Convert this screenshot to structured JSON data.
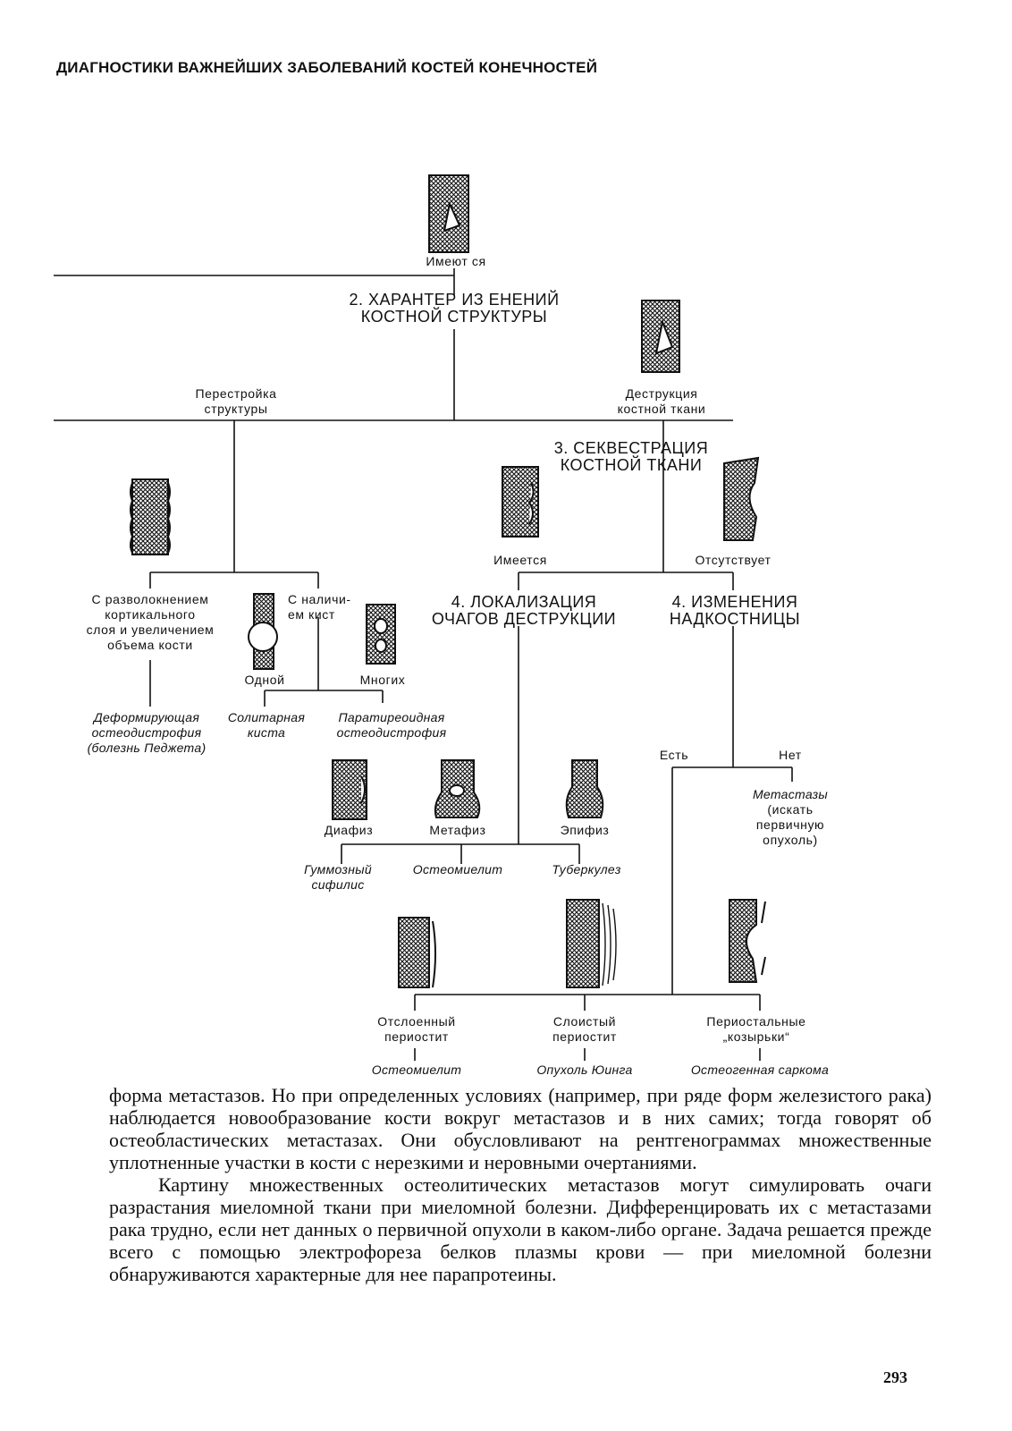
{
  "header": {
    "title": "ДИАГНОСТИКИ ВАЖНЕЙШИХ ЗАБОЛЕВАНИЙ КОСТЕЙ КОНЕЧНОСТЕЙ"
  },
  "diagram": {
    "top_label": "Имеют ся",
    "section2": {
      "line1": "2. ХАРАНТЕР ИЗ ЕНЕНИЙ",
      "line2": "КОСТНОЙ СТРУКТУРЫ"
    },
    "restructure": {
      "line1": "Перестройка",
      "line2": "структуры"
    },
    "destruction": {
      "line1": "Деструкция",
      "line2": "костной ткани"
    },
    "section3": {
      "line1": "3. СЕКВЕСТРАЦИЯ",
      "line2": "КОСТНОЙ ТКАНИ"
    },
    "seq_present": "Имеется",
    "seq_absent": "Отсутствует",
    "split": {
      "line1": "С разволокнением",
      "line2": "кортикального",
      "line3": "слоя и увеличением",
      "line4": "объема кости"
    },
    "cysts": {
      "line1": "С наличи-",
      "line2": "ем кист"
    },
    "one": "Одной",
    "many": "Многих",
    "dx_deforming": {
      "line1": "Деформирующая",
      "line2": "остеодистрофия",
      "line3": "(болезнь Педжета)"
    },
    "dx_solitary": {
      "line1": "Солитарная",
      "line2": "киста"
    },
    "dx_parathyroid": {
      "line1": "Паратиреоидная",
      "line2": "остеодистрофия"
    },
    "section4a": {
      "line1": "4. ЛОКАЛИЗАЦИЯ",
      "line2": "ОЧАГОВ ДЕСТРУКЦИИ"
    },
    "section4b": {
      "line1": "4. ИЗМЕНЕНИЯ",
      "line2": "НАДКОСТНИЦЫ"
    },
    "yes": "Есть",
    "no": "Нет",
    "metastases": {
      "line1": "Метастазы",
      "line2": "(искать",
      "line3": "первичную",
      "line4": "опухоль)"
    },
    "diaphysis": "Диафиз",
    "metaphysis": "Метафиз",
    "epiphysis": "Эпифиз",
    "dx_gumma": {
      "line1": "Гуммозный",
      "line2": "сифилис"
    },
    "dx_osteomyelitis": "Остеомиелит",
    "dx_tuberculosis": "Туберкулез",
    "detached": {
      "line1": "Отслоенный",
      "line2": "периостит"
    },
    "layered": {
      "line1": "Слоистый",
      "line2": "периостит"
    },
    "visors": {
      "line1": "Периостальные",
      "line2": "„козырьки“"
    },
    "dx_osteomyelitis2": "Остеомиелит",
    "dx_ewing": "Опухоль Юинга",
    "dx_sarcoma": "Остеогенная саркома"
  },
  "text": {
    "para1": "форма метастазов. Но при определенных условиях (например, при ряде форм железистого рака) наблюдается новообразование кости вокруг метастазов и в них самих; тогда говорят об остеобластических метастазах. Они обусловливают на рентгенограммах множественные уплотненные участки в кости с нерезкими и неровными очертаниями.",
    "para2": "Картину множественных остеолитических метастазов могут симулировать очаги разрастания миеломной ткани при миеломной болезни. Дифференцировать их с метастазами рака трудно, если нет данных о первичной опухоли в каком-либо органе. Задача решается прежде всего с помощью электрофореза белков плазмы крови — при миеломной болезни обнаруживаются характерные для нее парапротеины."
  },
  "page_number": "293"
}
